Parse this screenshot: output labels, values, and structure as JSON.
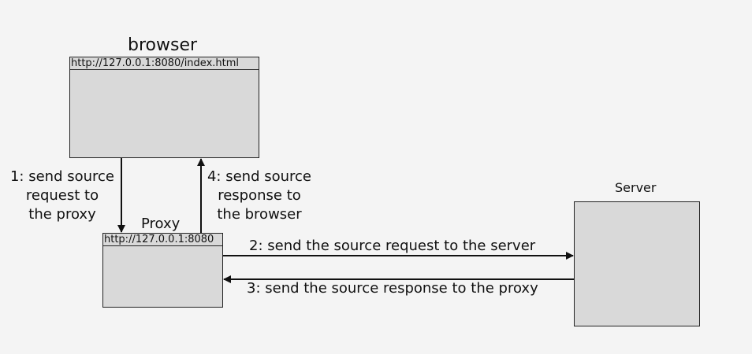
{
  "browser": {
    "title": "browser",
    "url": "http://127.0.0.1:8080/index.html"
  },
  "proxy": {
    "title": "Proxy",
    "url": "http://127.0.0.1:8080"
  },
  "server": {
    "title": "Server"
  },
  "steps": {
    "step1": {
      "line1": "1: send source",
      "line2": "request to",
      "line3": "the proxy"
    },
    "step2": "2: send the source request to the server",
    "step3": "3: send the source response to the proxy",
    "step4": {
      "line1": "4: send source",
      "line2": "response to",
      "line3": "the browser"
    }
  },
  "colors": {
    "background": "#f4f4f4",
    "box_fill": "#d9d9d9",
    "stroke": "#222222"
  }
}
